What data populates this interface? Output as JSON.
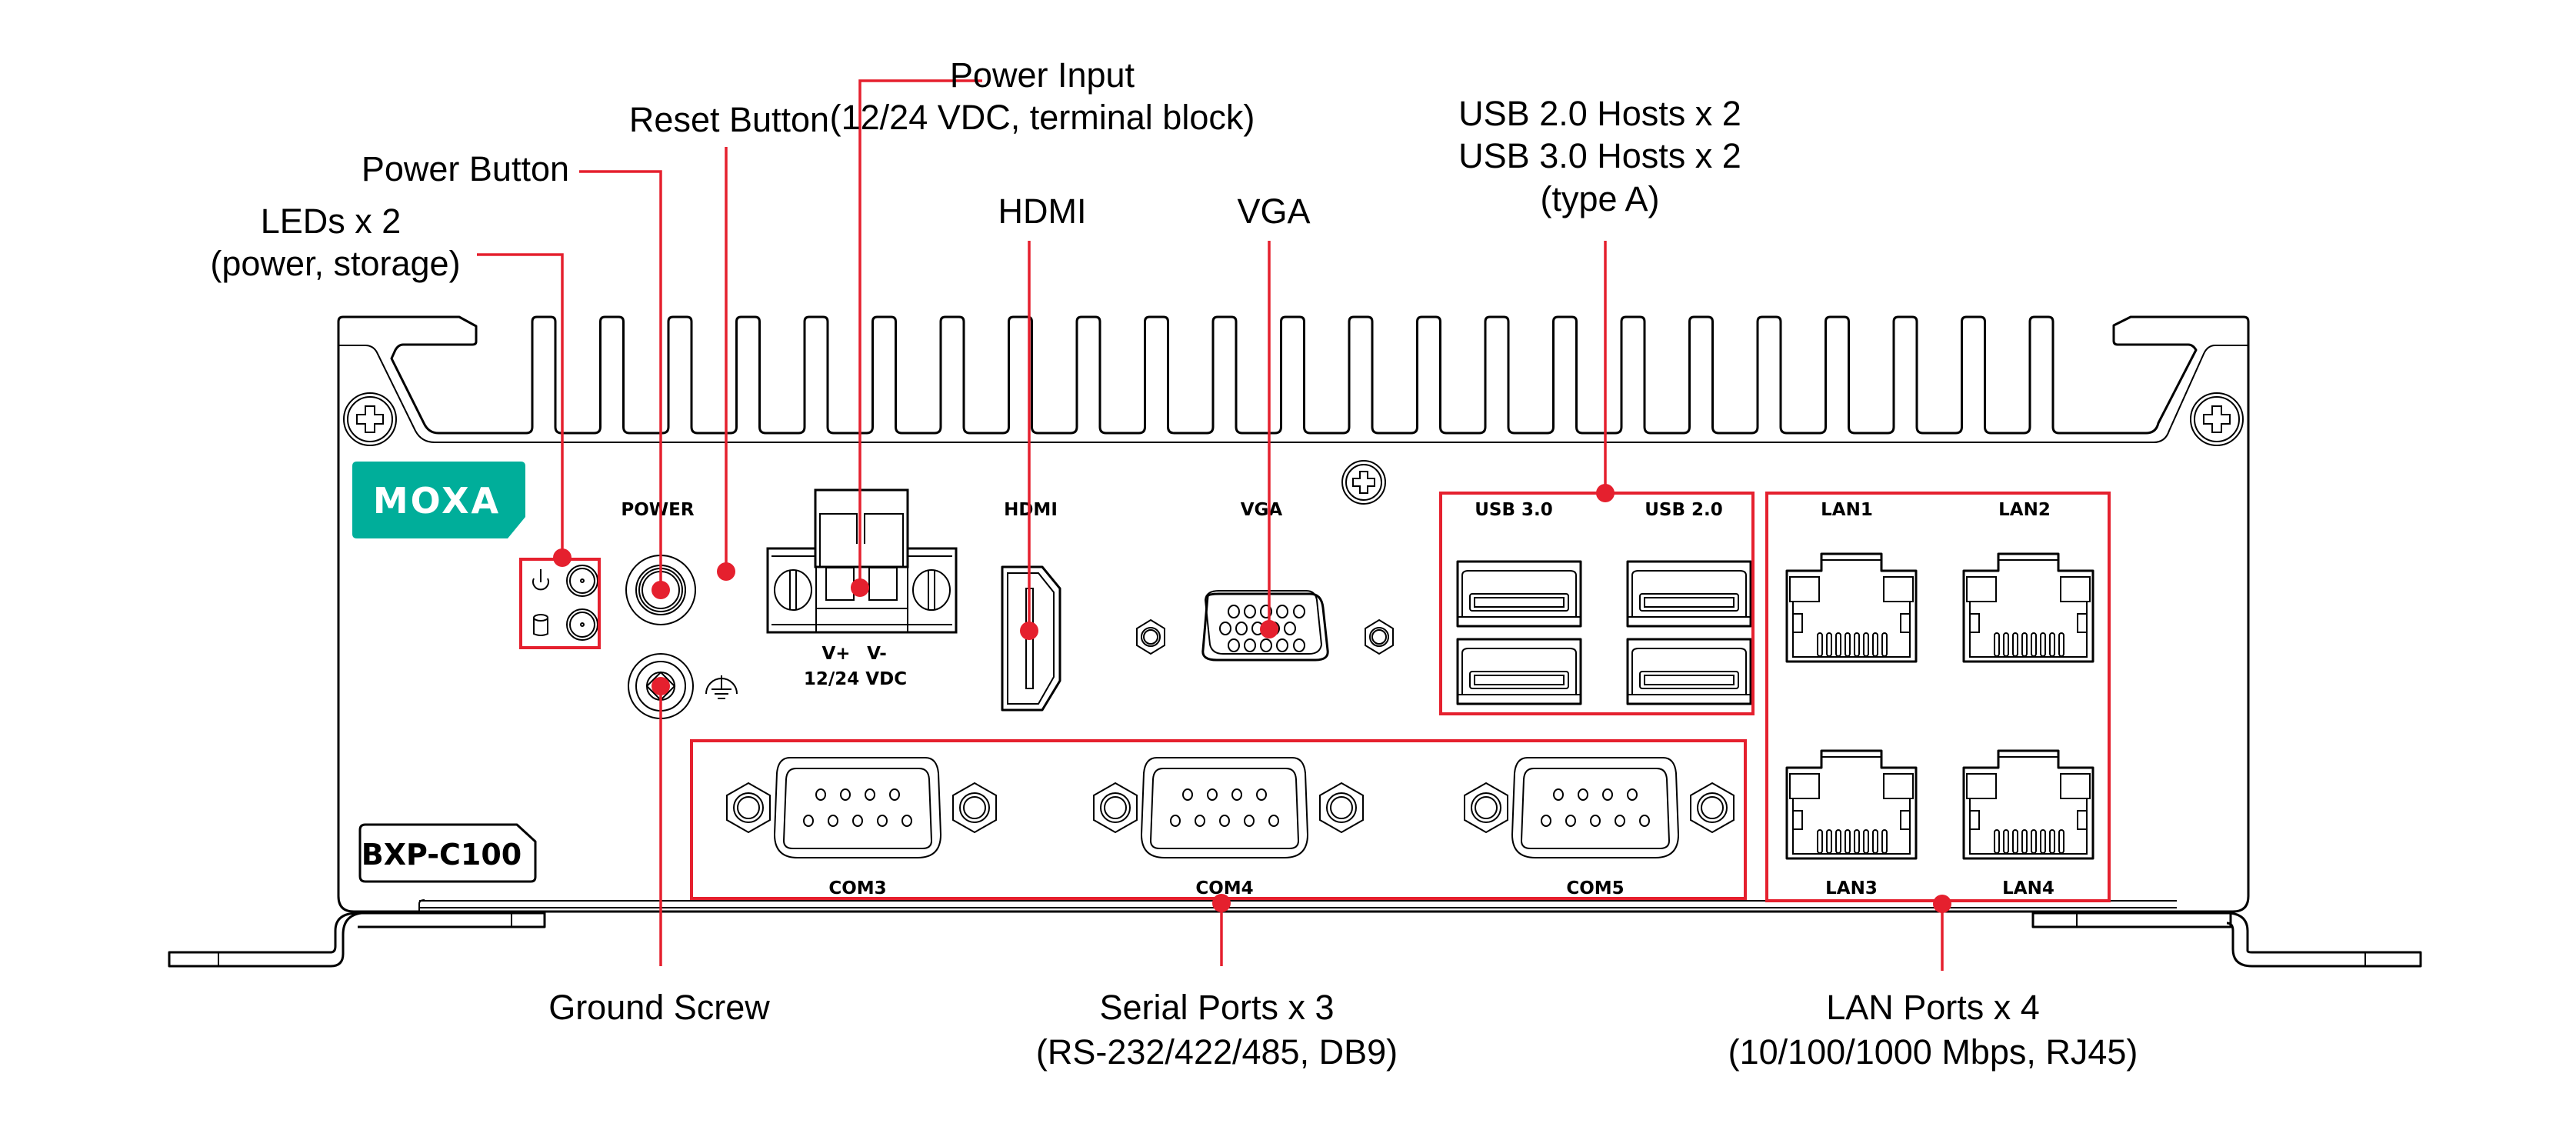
{
  "diagram": {
    "product_model": "BXP-C100",
    "brand_logo": "MOXA",
    "accent_color": "#e5202e",
    "logo_color": "#00ae9a"
  },
  "callouts": {
    "power_input": {
      "line1": "Power Input",
      "line2": "(12/24 VDC, terminal block)"
    },
    "reset_button": {
      "line1": "Reset Button"
    },
    "power_button": {
      "line1": "Power Button"
    },
    "leds": {
      "line1": "LEDs x 2",
      "line2": "(power, storage)"
    },
    "hdmi": {
      "line1": "HDMI"
    },
    "vga": {
      "line1": "VGA"
    },
    "usb": {
      "line1": "USB 2.0 Hosts x 2",
      "line2": "USB 3.0 Hosts x 2",
      "line3": "(type A)"
    },
    "ground_screw": {
      "line1": "Ground Screw"
    },
    "serial": {
      "line1": "Serial Ports x 3",
      "line2": "(RS-232/422/485, DB9)"
    },
    "lan": {
      "line1": "LAN Ports x 4",
      "line2": "(10/100/1000 Mbps, RJ45)"
    }
  },
  "panel_labels": {
    "power": "POWER",
    "v_plus": "V+",
    "v_minus": "V-",
    "vdc": "12/24 VDC",
    "hdmi": "HDMI",
    "vga": "VGA",
    "usb30": "USB 3.0",
    "usb20": "USB 2.0",
    "lan1": "LAN1",
    "lan2": "LAN2",
    "lan3": "LAN3",
    "lan4": "LAN4",
    "com3": "COM3",
    "com4": "COM4",
    "com5": "COM5"
  },
  "icons": {
    "power_led": "power-symbol",
    "storage_led": "storage-cylinder",
    "ground": "earth-ground-symbol"
  }
}
